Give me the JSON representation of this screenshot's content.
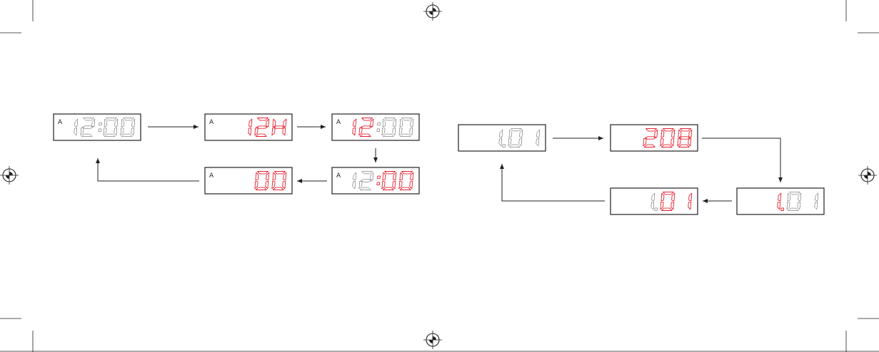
{
  "colors": {
    "black": "#231f20",
    "red": "#e4202f"
  },
  "am_marker": "A",
  "displays": [
    {
      "id": "L1",
      "am": true,
      "digits": [
        [
          "1",
          "black"
        ],
        [
          "2",
          "black"
        ],
        [
          "colon",
          "black"
        ],
        [
          "0",
          "black"
        ],
        [
          "0",
          "black"
        ]
      ]
    },
    {
      "id": "L2",
      "am": true,
      "digits": [
        [
          "1",
          "red"
        ],
        [
          "2",
          "red"
        ],
        [
          "H",
          "red"
        ]
      ]
    },
    {
      "id": "L3",
      "am": true,
      "digits": [
        [
          "1",
          "red"
        ],
        [
          "2",
          "red"
        ],
        [
          "colon",
          "black"
        ],
        [
          "0",
          "black"
        ],
        [
          "0",
          "black"
        ]
      ]
    },
    {
      "id": "L4",
      "am": true,
      "digits": [
        [
          "1",
          "black"
        ],
        [
          "2",
          "black"
        ],
        [
          "colon",
          "red"
        ],
        [
          "0",
          "red"
        ],
        [
          "0",
          "red"
        ]
      ]
    },
    {
      "id": "L5",
      "am": true,
      "digits": [
        [
          "0",
          "red"
        ],
        [
          "0",
          "red"
        ]
      ]
    },
    {
      "id": "R1",
      "am": false,
      "digits": [
        [
          "1.",
          "black"
        ],
        [
          "0",
          "black"
        ],
        [
          "1",
          "black"
        ]
      ]
    },
    {
      "id": "R2",
      "am": false,
      "digits": [
        [
          "2",
          "red"
        ],
        [
          "0",
          "red"
        ],
        [
          "8",
          "red"
        ]
      ]
    },
    {
      "id": "R3",
      "am": false,
      "digits": [
        [
          "1.",
          "black"
        ],
        [
          "0",
          "black"
        ],
        [
          "1",
          "black"
        ]
      ]
    },
    {
      "id": "R4",
      "am": false,
      "digits": [
        [
          "1.",
          "red"
        ],
        [
          "0",
          "black"
        ],
        [
          "1",
          "black"
        ]
      ]
    },
    {
      "id": "R5",
      "am": false,
      "digits": [
        [
          "1.",
          "black"
        ],
        [
          "0",
          "red"
        ],
        [
          "1",
          "red"
        ]
      ]
    }
  ]
}
